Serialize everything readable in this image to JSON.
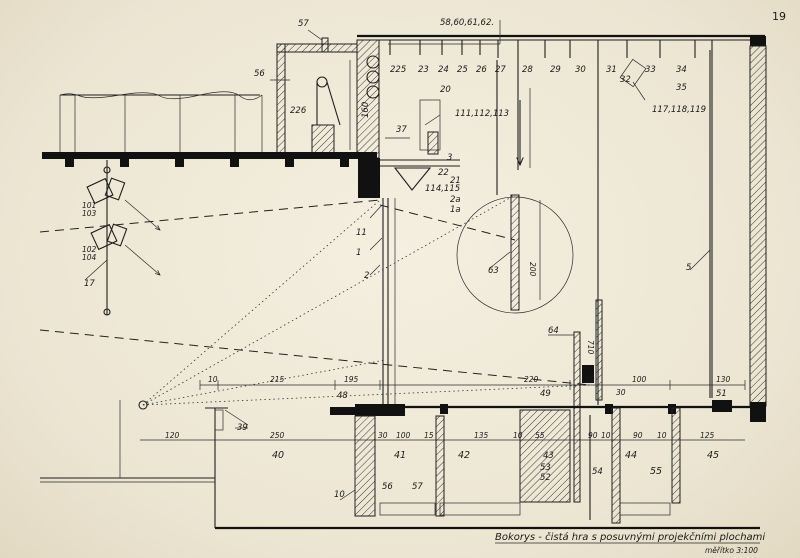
{
  "page_number": "19",
  "caption": {
    "title": "Bokorys - čistá hra s posuvnými projekčními plochami",
    "scale": "měřítko 3:100"
  },
  "part_labels": [
    {
      "id": "p57",
      "text": "57"
    },
    {
      "id": "p58_62",
      "text": "58,60,61,62."
    },
    {
      "id": "p56",
      "text": "56"
    },
    {
      "id": "p225",
      "text": "225"
    },
    {
      "id": "p23",
      "text": "23"
    },
    {
      "id": "p24",
      "text": "24"
    },
    {
      "id": "p25",
      "text": "25"
    },
    {
      "id": "p26",
      "text": "26"
    },
    {
      "id": "p27",
      "text": "27"
    },
    {
      "id": "p28",
      "text": "28"
    },
    {
      "id": "p29",
      "text": "29"
    },
    {
      "id": "p30",
      "text": "30"
    },
    {
      "id": "p31",
      "text": "31"
    },
    {
      "id": "p32",
      "text": "32"
    },
    {
      "id": "p33",
      "text": "33"
    },
    {
      "id": "p34",
      "text": "34"
    },
    {
      "id": "p35",
      "text": "35"
    },
    {
      "id": "p117",
      "text": "117,118,119"
    },
    {
      "id": "p226",
      "text": "226"
    },
    {
      "id": "p20",
      "text": "20"
    },
    {
      "id": "p37",
      "text": "37"
    },
    {
      "id": "p111",
      "text": "111,112,113"
    },
    {
      "id": "p160",
      "text": "160"
    },
    {
      "id": "p3",
      "text": "3"
    },
    {
      "id": "p22",
      "text": "22"
    },
    {
      "id": "p21",
      "text": "21"
    },
    {
      "id": "p114",
      "text": "114,115"
    },
    {
      "id": "p2a",
      "text": "2a"
    },
    {
      "id": "p1a",
      "text": "1a"
    },
    {
      "id": "p11",
      "text": "11"
    },
    {
      "id": "p1",
      "text": "1"
    },
    {
      "id": "p2",
      "text": "2"
    },
    {
      "id": "p101",
      "text": "101"
    },
    {
      "id": "p103",
      "text": "103"
    },
    {
      "id": "p102",
      "text": "102"
    },
    {
      "id": "p104",
      "text": "104"
    },
    {
      "id": "p17",
      "text": "17"
    },
    {
      "id": "p63",
      "text": "63"
    },
    {
      "id": "p200",
      "text": "200"
    },
    {
      "id": "p5",
      "text": "5"
    },
    {
      "id": "p64",
      "text": "64"
    },
    {
      "id": "p710",
      "text": "710"
    },
    {
      "id": "p48",
      "text": "48"
    },
    {
      "id": "p49",
      "text": "49"
    },
    {
      "id": "p39",
      "text": "39"
    },
    {
      "id": "p40",
      "text": "40"
    },
    {
      "id": "p41",
      "text": "41"
    },
    {
      "id": "p42",
      "text": "42"
    },
    {
      "id": "p43",
      "text": "43"
    },
    {
      "id": "p53",
      "text": "53"
    },
    {
      "id": "p52",
      "text": "52"
    },
    {
      "id": "p54",
      "text": "54"
    },
    {
      "id": "p44",
      "text": "44"
    },
    {
      "id": "p55",
      "text": "55"
    },
    {
      "id": "p45",
      "text": "45"
    },
    {
      "id": "p10",
      "text": "10"
    },
    {
      "id": "p56b",
      "text": "56"
    },
    {
      "id": "p57b",
      "text": "57"
    },
    {
      "id": "p51",
      "text": "51"
    }
  ],
  "dimensions": [
    {
      "id": "d10",
      "text": "10"
    },
    {
      "id": "d215",
      "text": "215"
    },
    {
      "id": "d195",
      "text": "195"
    },
    {
      "id": "d220",
      "text": "220"
    },
    {
      "id": "d30a",
      "text": "30"
    },
    {
      "id": "d30b",
      "text": "30"
    },
    {
      "id": "d100a",
      "text": "100"
    },
    {
      "id": "d130",
      "text": "130"
    },
    {
      "id": "d120",
      "text": "120"
    },
    {
      "id": "d250",
      "text": "250"
    },
    {
      "id": "d30c",
      "text": "30"
    },
    {
      "id": "d100b",
      "text": "100"
    },
    {
      "id": "d15",
      "text": "15"
    },
    {
      "id": "d135",
      "text": "135"
    },
    {
      "id": "d10b",
      "text": "10"
    },
    {
      "id": "d55",
      "text": "55"
    },
    {
      "id": "d90",
      "text": "90"
    },
    {
      "id": "d10c",
      "text": "10"
    },
    {
      "id": "d90b",
      "text": "90"
    },
    {
      "id": "d10d",
      "text": "10"
    },
    {
      "id": "d125",
      "text": "125"
    }
  ]
}
